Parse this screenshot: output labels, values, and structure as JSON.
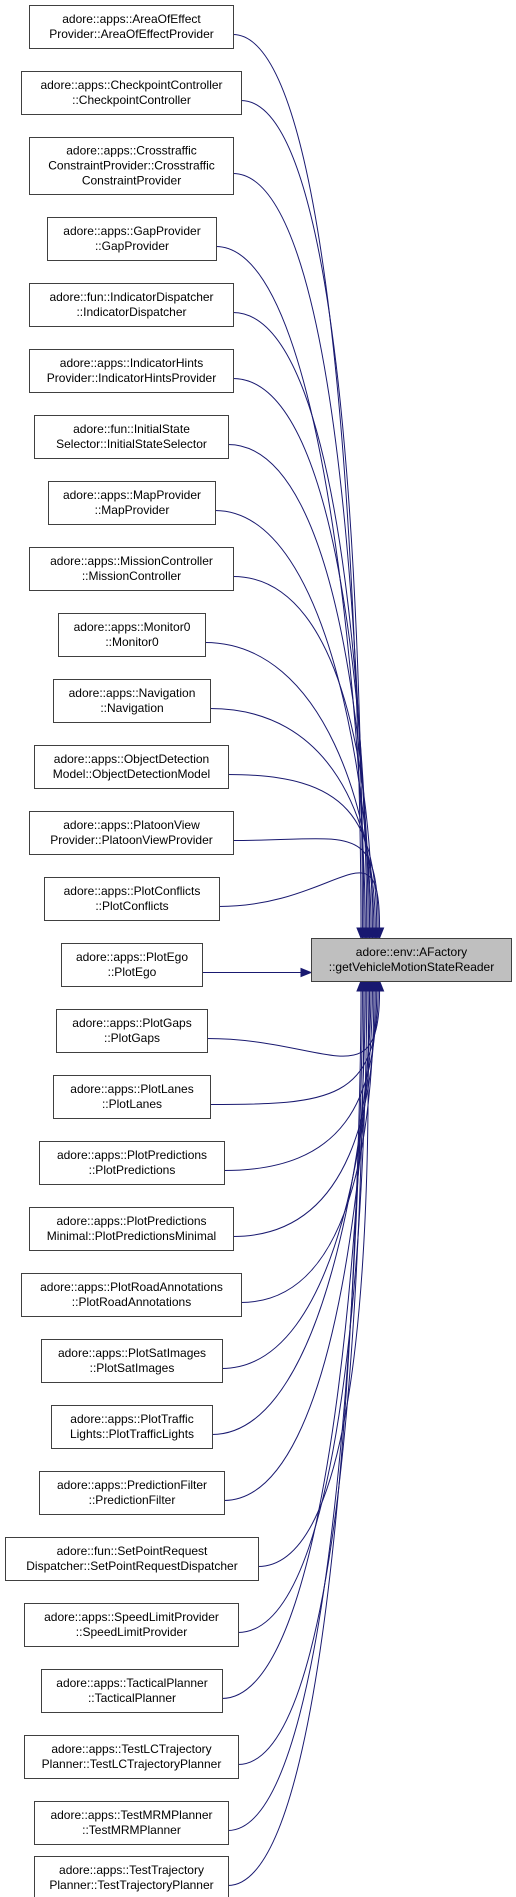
{
  "target": {
    "name": "target-node-agetvehiclemotionstatereader",
    "lines": [
      "adore::env::AFactory",
      "::getVehicleMotionStateReader"
    ]
  },
  "callers": [
    {
      "name": "caller-node-areaofeffectprovider",
      "lines": [
        "adore::apps::AreaOfEffect",
        "Provider::AreaOfEffectProvider"
      ]
    },
    {
      "name": "caller-node-checkpointcontroller",
      "lines": [
        "adore::apps::CheckpointController",
        "::CheckpointController"
      ]
    },
    {
      "name": "caller-node-crosstrafficconstraintprovider",
      "lines": [
        "adore::apps::Crosstraffic",
        "ConstraintProvider::Crosstraffic",
        "ConstraintProvider"
      ]
    },
    {
      "name": "caller-node-gapprovider",
      "lines": [
        "adore::apps::GapProvider",
        "::GapProvider"
      ]
    },
    {
      "name": "caller-node-indicatordispatcher",
      "lines": [
        "adore::fun::IndicatorDispatcher",
        "::IndicatorDispatcher"
      ]
    },
    {
      "name": "caller-node-indicatorhintsprovider",
      "lines": [
        "adore::apps::IndicatorHints",
        "Provider::IndicatorHintsProvider"
      ]
    },
    {
      "name": "caller-node-initialstateselector",
      "lines": [
        "adore::fun::InitialState",
        "Selector::InitialStateSelector"
      ]
    },
    {
      "name": "caller-node-mapprovider",
      "lines": [
        "adore::apps::MapProvider",
        "::MapProvider"
      ]
    },
    {
      "name": "caller-node-missioncontroller",
      "lines": [
        "adore::apps::MissionController",
        "::MissionController"
      ]
    },
    {
      "name": "caller-node-monitor0",
      "lines": [
        "adore::apps::Monitor0",
        "::Monitor0"
      ]
    },
    {
      "name": "caller-node-navigation",
      "lines": [
        "adore::apps::Navigation",
        "::Navigation"
      ]
    },
    {
      "name": "caller-node-objectdetectionmodel",
      "lines": [
        "adore::apps::ObjectDetection",
        "Model::ObjectDetectionModel"
      ]
    },
    {
      "name": "caller-node-platoonviewprovider",
      "lines": [
        "adore::apps::PlatoonView",
        "Provider::PlatoonViewProvider"
      ]
    },
    {
      "name": "caller-node-plotconflicts",
      "lines": [
        "adore::apps::PlotConflicts",
        "::PlotConflicts"
      ]
    },
    {
      "name": "caller-node-plotego",
      "lines": [
        "adore::apps::PlotEgo",
        "::PlotEgo"
      ]
    },
    {
      "name": "caller-node-plotgaps",
      "lines": [
        "adore::apps::PlotGaps",
        "::PlotGaps"
      ]
    },
    {
      "name": "caller-node-plotlanes",
      "lines": [
        "adore::apps::PlotLanes",
        "::PlotLanes"
      ]
    },
    {
      "name": "caller-node-plotpredictions",
      "lines": [
        "adore::apps::PlotPredictions",
        "::PlotPredictions"
      ]
    },
    {
      "name": "caller-node-plotpredictionsminimal",
      "lines": [
        "adore::apps::PlotPredictions",
        "Minimal::PlotPredictionsMinimal"
      ]
    },
    {
      "name": "caller-node-plotroadannotations",
      "lines": [
        "adore::apps::PlotRoadAnnotations",
        "::PlotRoadAnnotations"
      ]
    },
    {
      "name": "caller-node-plotsatimages",
      "lines": [
        "adore::apps::PlotSatImages",
        "::PlotSatImages"
      ]
    },
    {
      "name": "caller-node-plottrafficlights",
      "lines": [
        "adore::apps::PlotTraffic",
        "Lights::PlotTrafficLights"
      ]
    },
    {
      "name": "caller-node-predictionfilter",
      "lines": [
        "adore::apps::PredictionFilter",
        "::PredictionFilter"
      ]
    },
    {
      "name": "caller-node-setpointrequestdispatcher",
      "lines": [
        "adore::fun::SetPointRequest",
        "Dispatcher::SetPointRequestDispatcher"
      ]
    },
    {
      "name": "caller-node-speedlimitprovider",
      "lines": [
        "adore::apps::SpeedLimitProvider",
        "::SpeedLimitProvider"
      ]
    },
    {
      "name": "caller-node-tacticalplanner",
      "lines": [
        "adore::apps::TacticalPlanner",
        "::TacticalPlanner"
      ]
    },
    {
      "name": "caller-node-testlctrajectoryplanner",
      "lines": [
        "adore::apps::TestLCTrajectory",
        "Planner::TestLCTrajectoryPlanner"
      ]
    },
    {
      "name": "caller-node-testmrmplanner",
      "lines": [
        "adore::apps::TestMRMPlanner",
        "::TestMRMPlanner"
      ]
    },
    {
      "name": "caller-node-testtrajectoryplanner",
      "lines": [
        "adore::apps::TestTrajectory",
        "Planner::TestTrajectoryPlanner"
      ]
    }
  ],
  "colors": {
    "edge": "#191970",
    "node_border": "#404040",
    "target_fill": "#bfbfbf",
    "node_fill": "#ffffff"
  }
}
